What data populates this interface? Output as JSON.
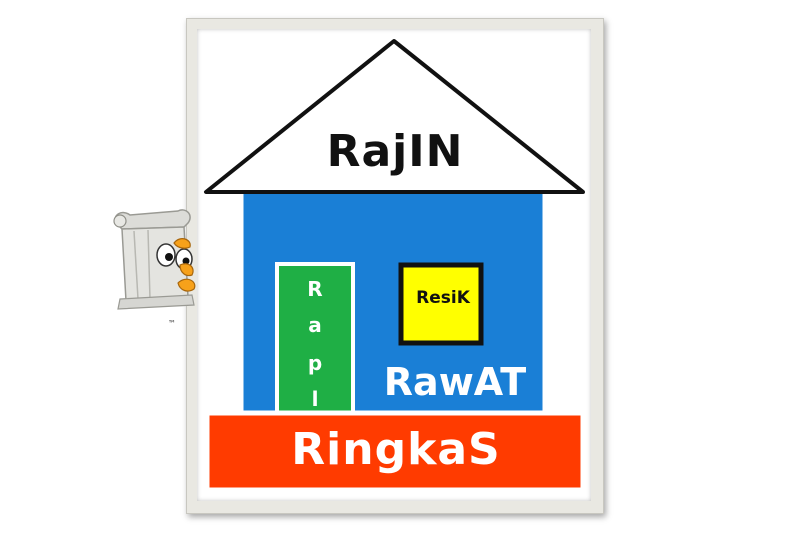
{
  "roof": {
    "label": "RajIN"
  },
  "door": {
    "letters": [
      "R",
      "a",
      "p",
      "l"
    ]
  },
  "window": {
    "label": "ResiK"
  },
  "wall": {
    "label": "RawAT"
  },
  "base": {
    "label": "RingkaS"
  },
  "mascot": {
    "trademark": "™"
  },
  "colors": {
    "roof_fill": "#ffffff",
    "wall_blue": "#1a7fd6",
    "door_green": "#1faf45",
    "window_yellow": "#ffff00",
    "base_orange": "#ff3b00",
    "frame": "#e9e8e2"
  }
}
